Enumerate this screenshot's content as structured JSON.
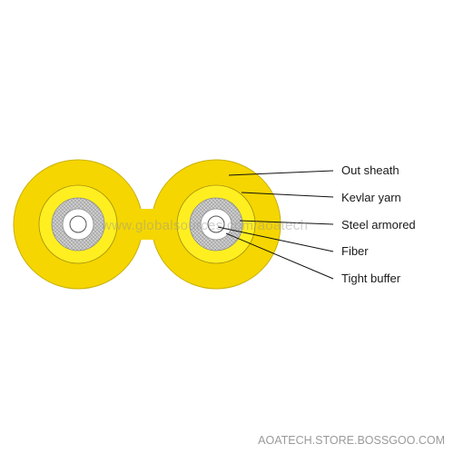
{
  "diagram": {
    "labels": [
      "Out sheath",
      "Kevlar yarn",
      "Steel armored",
      "Fiber",
      "Tight buffer"
    ],
    "colors": {
      "sheath": "#f5d600",
      "sheath_edge": "#c9b000",
      "kevlar": "#ffef20",
      "kevlar_edge": "#a38f10",
      "armor": "#bdbdbd",
      "buffer": "#ffffff",
      "fiber": "#ffffff",
      "leader": "#111111"
    }
  },
  "watermark": {
    "middle": "www.globalsources.com/aoatech",
    "bottom": "AOATECH.STORE.BOSSGOO.COM"
  }
}
